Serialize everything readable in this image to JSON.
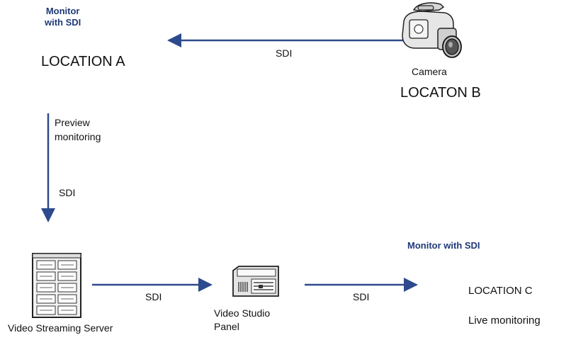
{
  "location_a": {
    "monitor_label_line1": "Monitor",
    "monitor_label_line2": "with  SDI",
    "location_label": "LOCATION A"
  },
  "location_b": {
    "device_label": "Camera",
    "location_label": "LOCATON B",
    "device_icon": "video-camera-icon"
  },
  "location_c": {
    "monitor_label": "Monitor with  SDI",
    "location_label": "LOCATION C",
    "caption": "Live monitoring"
  },
  "preview": {
    "line1": "Preview",
    "line2": "monitoring"
  },
  "server": {
    "label": "Video Streaming Server",
    "device_icon": "server-rack-icon"
  },
  "panel": {
    "label_line1": "Video Studio",
    "label_line2": "Panel",
    "device_icon": "studio-panel-icon"
  },
  "connections": {
    "camera_to_a": "SDI",
    "a_to_server": "SDI",
    "server_to_panel": "SDI",
    "panel_to_c": "SDI"
  },
  "colors": {
    "arrow": "#2e4a8e",
    "accent_text": "#1f3a78"
  }
}
